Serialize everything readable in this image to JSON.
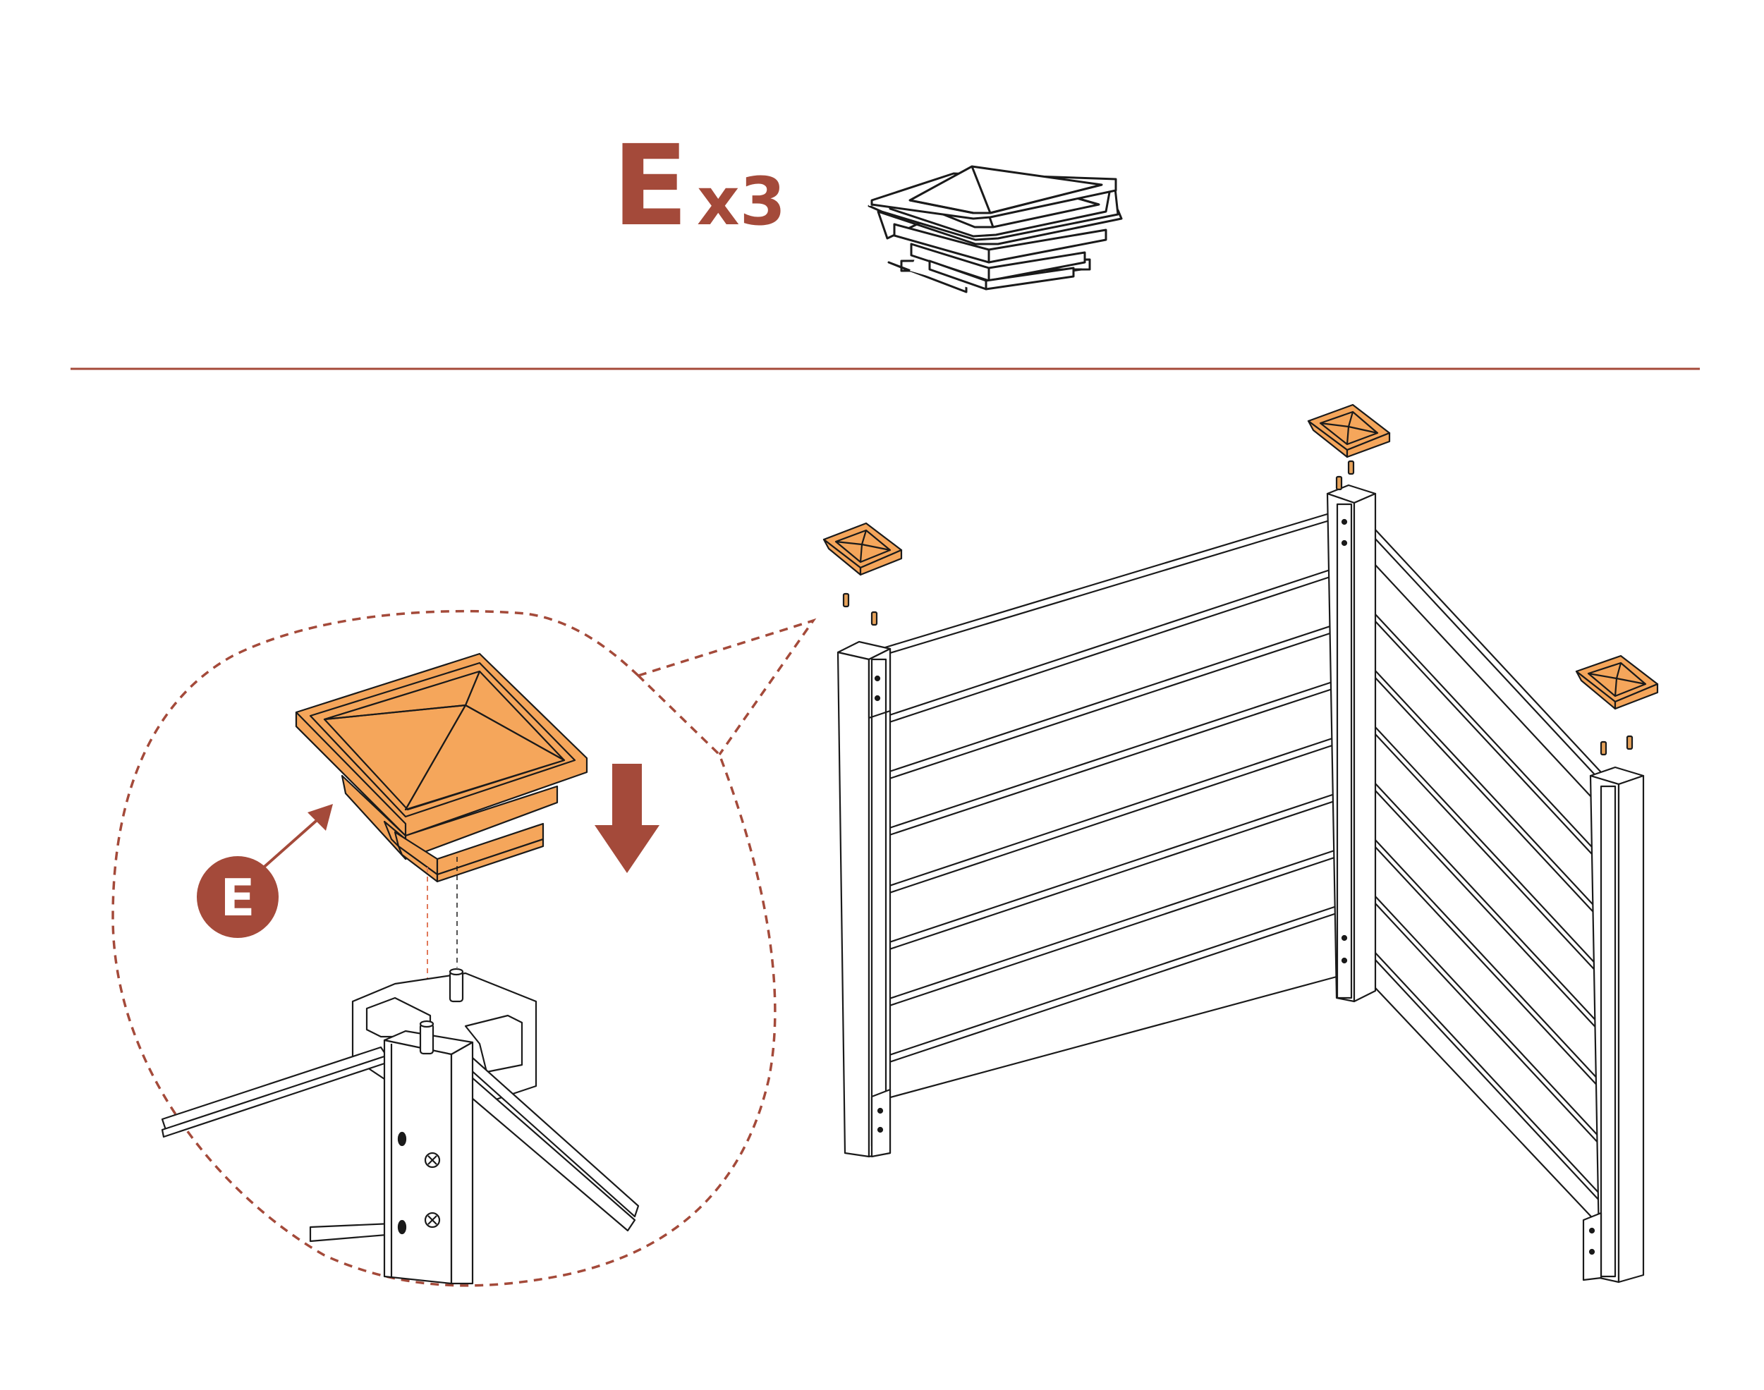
{
  "header": {
    "part_letter": "E",
    "quantity": "x3"
  },
  "callout": {
    "label": "E"
  },
  "colors": {
    "accent": "#a44a3a",
    "cap_fill": "#f5a65b",
    "pin_fill": "#e6a25a",
    "line": "#1a1a1a",
    "paper": "#ffffff"
  },
  "icons": {
    "down_arrow": "down-arrow-icon",
    "pointer_arrow": "pointer-arrow-icon"
  }
}
